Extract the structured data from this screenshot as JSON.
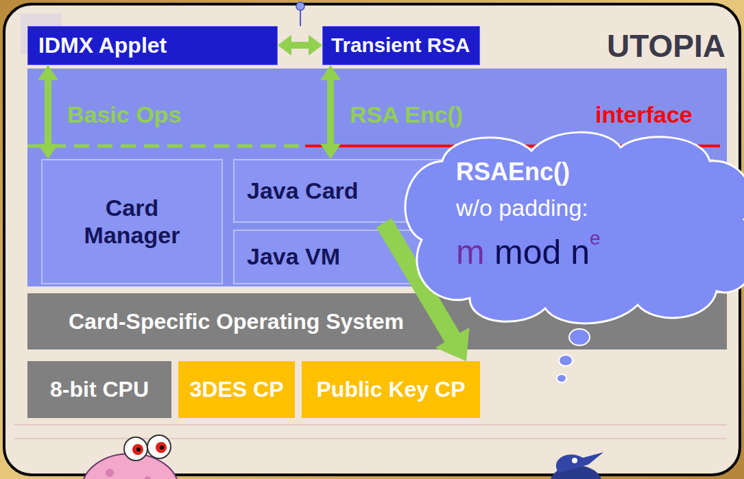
{
  "diagram": {
    "nodes": [
      {
        "text": [
          "IDMX Applet"
        ]
      },
      {
        "text": [
          "Transient RSA"
        ]
      },
      {
        "text": [
          "Basic Ops",
          "RSA Enc()",
          "interface"
        ]
      },
      {
        "text": [
          "Card Manager"
        ],
        "in": 2
      },
      {
        "text": [
          "Java Card"
        ],
        "in": 2
      },
      {
        "text": [
          "Java VM"
        ],
        "in": 2
      },
      {
        "text": [
          "Card-Specific Operating System"
        ]
      },
      {
        "text": [
          "8-bit CPU"
        ]
      },
      {
        "text": [
          "3DES CP"
        ]
      },
      {
        "text": [
          "Public Key CP"
        ]
      },
      {
        "text": [
          "RSAEnc()",
          "w/o padding:",
          "m",
          "e",
          "mod n"
        ]
      }
    ],
    "edges": [
      {
        "from": 0,
        "to": 1,
        "arrow": "both"
      },
      {
        "from": 0,
        "to": 3,
        "arrow": "both"
      },
      {
        "from": 1,
        "to": 4,
        "arrow": "both"
      },
      {
        "from": 4,
        "to": 9,
        "arrow": "to"
      }
    ],
    "labels": [
      "UTOPIA"
    ]
  }
}
